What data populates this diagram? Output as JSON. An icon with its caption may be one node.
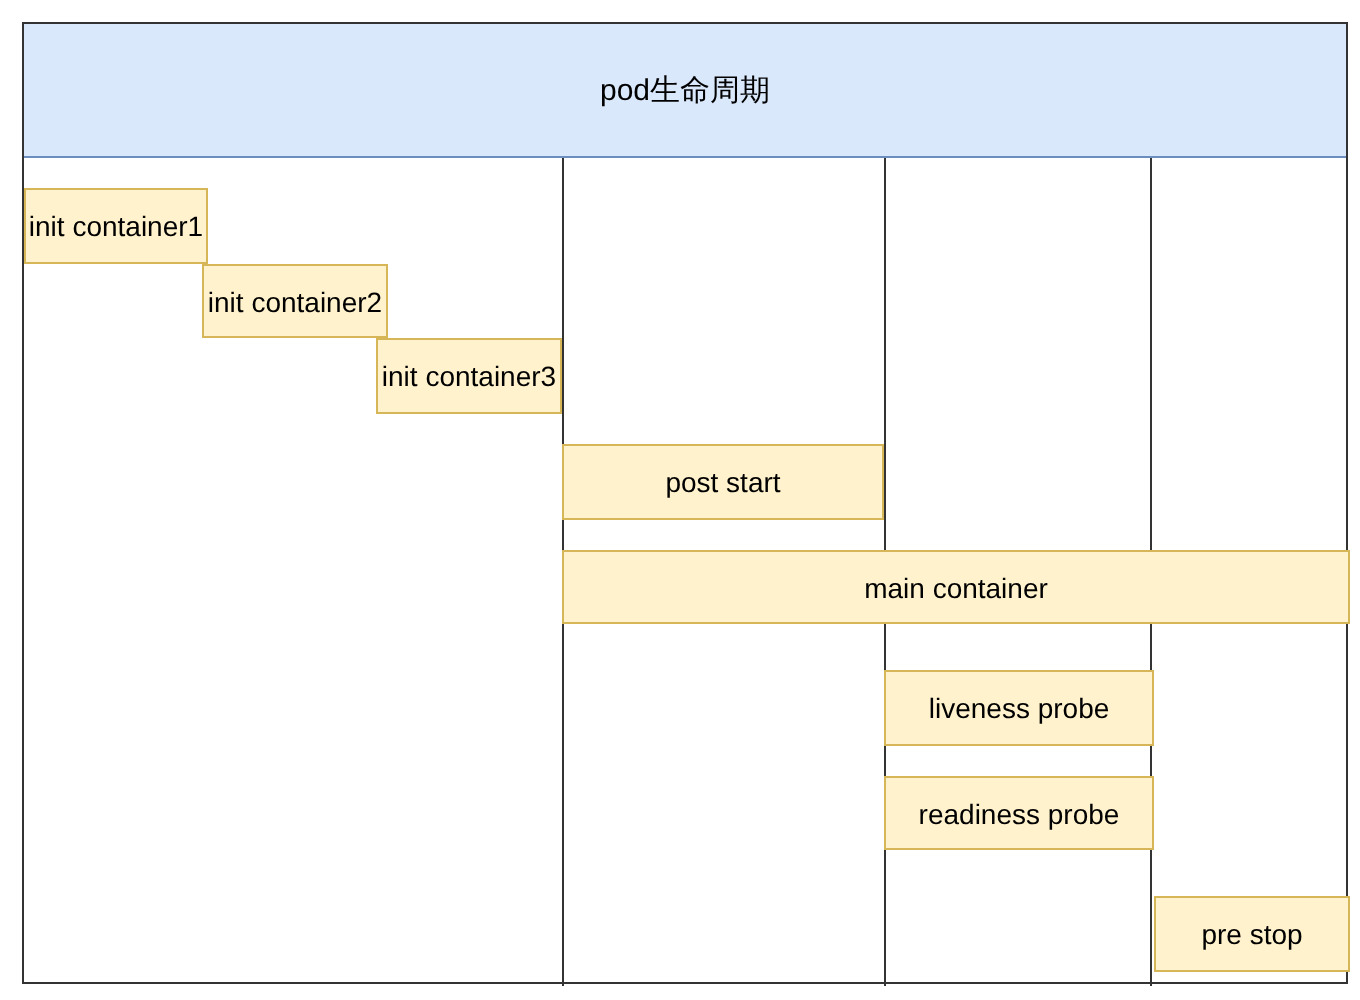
{
  "diagram": {
    "nodes": [
      {
        "text": [
          "pod生命周期"
        ]
      },
      {
        "text": [
          "init container1"
        ],
        "in": 0
      },
      {
        "text": [
          "init container2"
        ],
        "in": 0
      },
      {
        "text": [
          "init container3"
        ],
        "in": 0
      },
      {
        "text": [
          "post start"
        ],
        "in": 0
      },
      {
        "text": [
          "main container"
        ],
        "in": 0
      },
      {
        "text": [
          "liveness probe"
        ],
        "in": 0
      },
      {
        "text": [
          "readiness probe"
        ],
        "in": 0
      },
      {
        "text": [
          "pre stop"
        ],
        "in": 0
      }
    ]
  }
}
